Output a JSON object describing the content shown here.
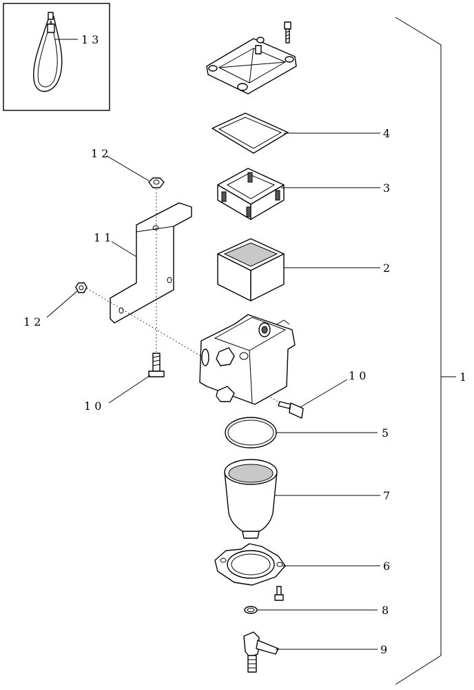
{
  "labels": {
    "l1": "1",
    "l2": "2",
    "l3": "3",
    "l4": "4",
    "l5": "5",
    "l6": "6",
    "l7": "7",
    "l8": "8",
    "l9": "9",
    "l10a": "1 0",
    "l10b": "1 0",
    "l11": "1 1",
    "l12a": "1 2",
    "l12b": "1 2",
    "l13": "1 3"
  }
}
